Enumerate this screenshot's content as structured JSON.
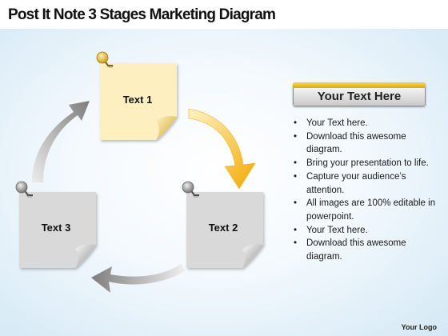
{
  "title": "Post It Note 3 Stages Marketing Diagram",
  "notes": [
    {
      "label": "Text 1",
      "color": "#fdefc0",
      "pin_color": "#e8b91c"
    },
    {
      "label": "Text 2",
      "color": "#d9d9d9",
      "pin_color": "#8f8f8f"
    },
    {
      "label": "Text 3",
      "color": "#d9d9d9",
      "pin_color": "#8f8f8f"
    }
  ],
  "arrows": {
    "gold": "#f6b71a",
    "gray": "#8a8a8a"
  },
  "panel": {
    "header": "Your Text Here",
    "bullets": [
      "Your Text here.",
      "Download this awesome diagram.",
      "Bring your presentation to life.",
      "Capture your audience’s attention.",
      "All images are 100% editable in powerpoint.",
      "Your Text here.",
      "Download this awesome diagram."
    ]
  },
  "logo": "Your Logo"
}
